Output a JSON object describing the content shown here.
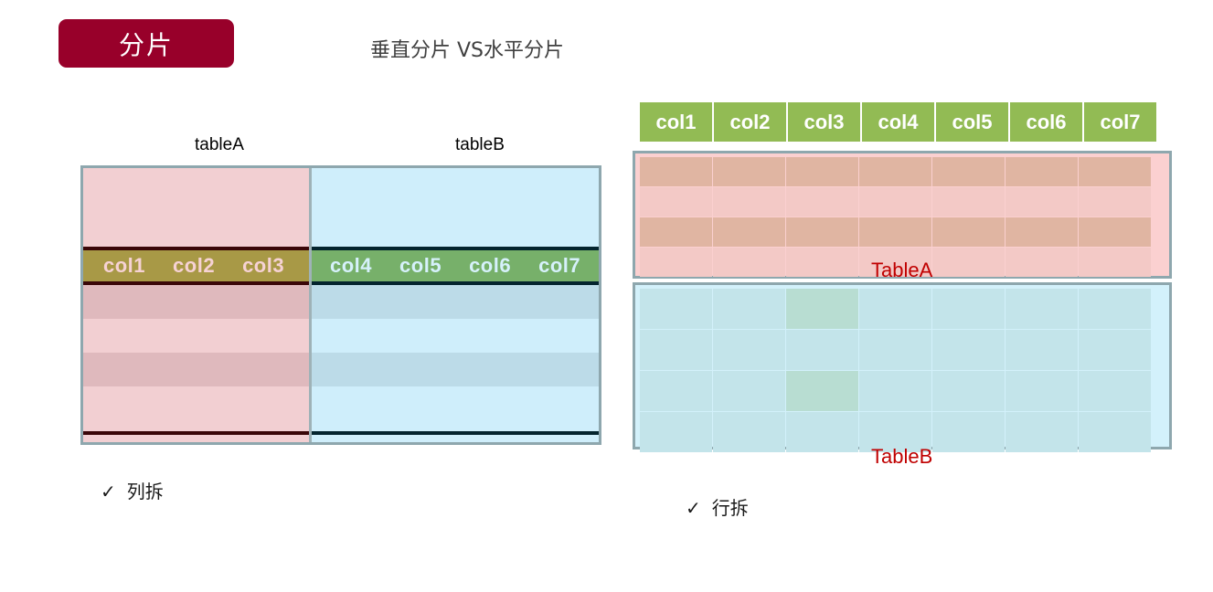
{
  "slide": {
    "badge_label": "分片",
    "heading": "垂直分片 VS水平分片",
    "accent_color": "#98002a",
    "label_color": "#c00000"
  },
  "vertical_sharding": {
    "caption_left": "tableA",
    "caption_right": "tableB",
    "table_a_columns": [
      "col1",
      "col2",
      "col3"
    ],
    "table_b_columns": [
      "col4",
      "col5",
      "col6",
      "col7"
    ],
    "table_a_band_color": "#a89946",
    "table_b_band_color": "#77b06a",
    "footnote": {
      "check_icon": "✓",
      "text": "列拆"
    }
  },
  "horizontal_sharding": {
    "column_headers": [
      "col1",
      "col2",
      "col3",
      "col4",
      "col5",
      "col6",
      "col7"
    ],
    "header_color": "#92bb54",
    "shard_a_label": "TableA",
    "shard_b_label": "TableB",
    "shard_a_rows": [
      [
        "",
        "",
        "",
        "",
        "",
        "",
        ""
      ],
      [
        "",
        "",
        "",
        "",
        "",
        "",
        ""
      ],
      [
        "",
        "",
        "",
        "",
        "",
        "",
        ""
      ],
      [
        "",
        "",
        "",
        "",
        "",
        "",
        ""
      ]
    ],
    "shard_b_rows": [
      [
        "",
        "",
        "",
        "",
        "",
        "",
        ""
      ],
      [
        "",
        "",
        "",
        "",
        "",
        "",
        ""
      ],
      [
        "",
        "",
        "",
        "",
        "",
        "",
        ""
      ],
      [
        "",
        "",
        "",
        "",
        "",
        "",
        ""
      ]
    ],
    "footnote": {
      "check_icon": "✓",
      "text": "行拆"
    }
  }
}
